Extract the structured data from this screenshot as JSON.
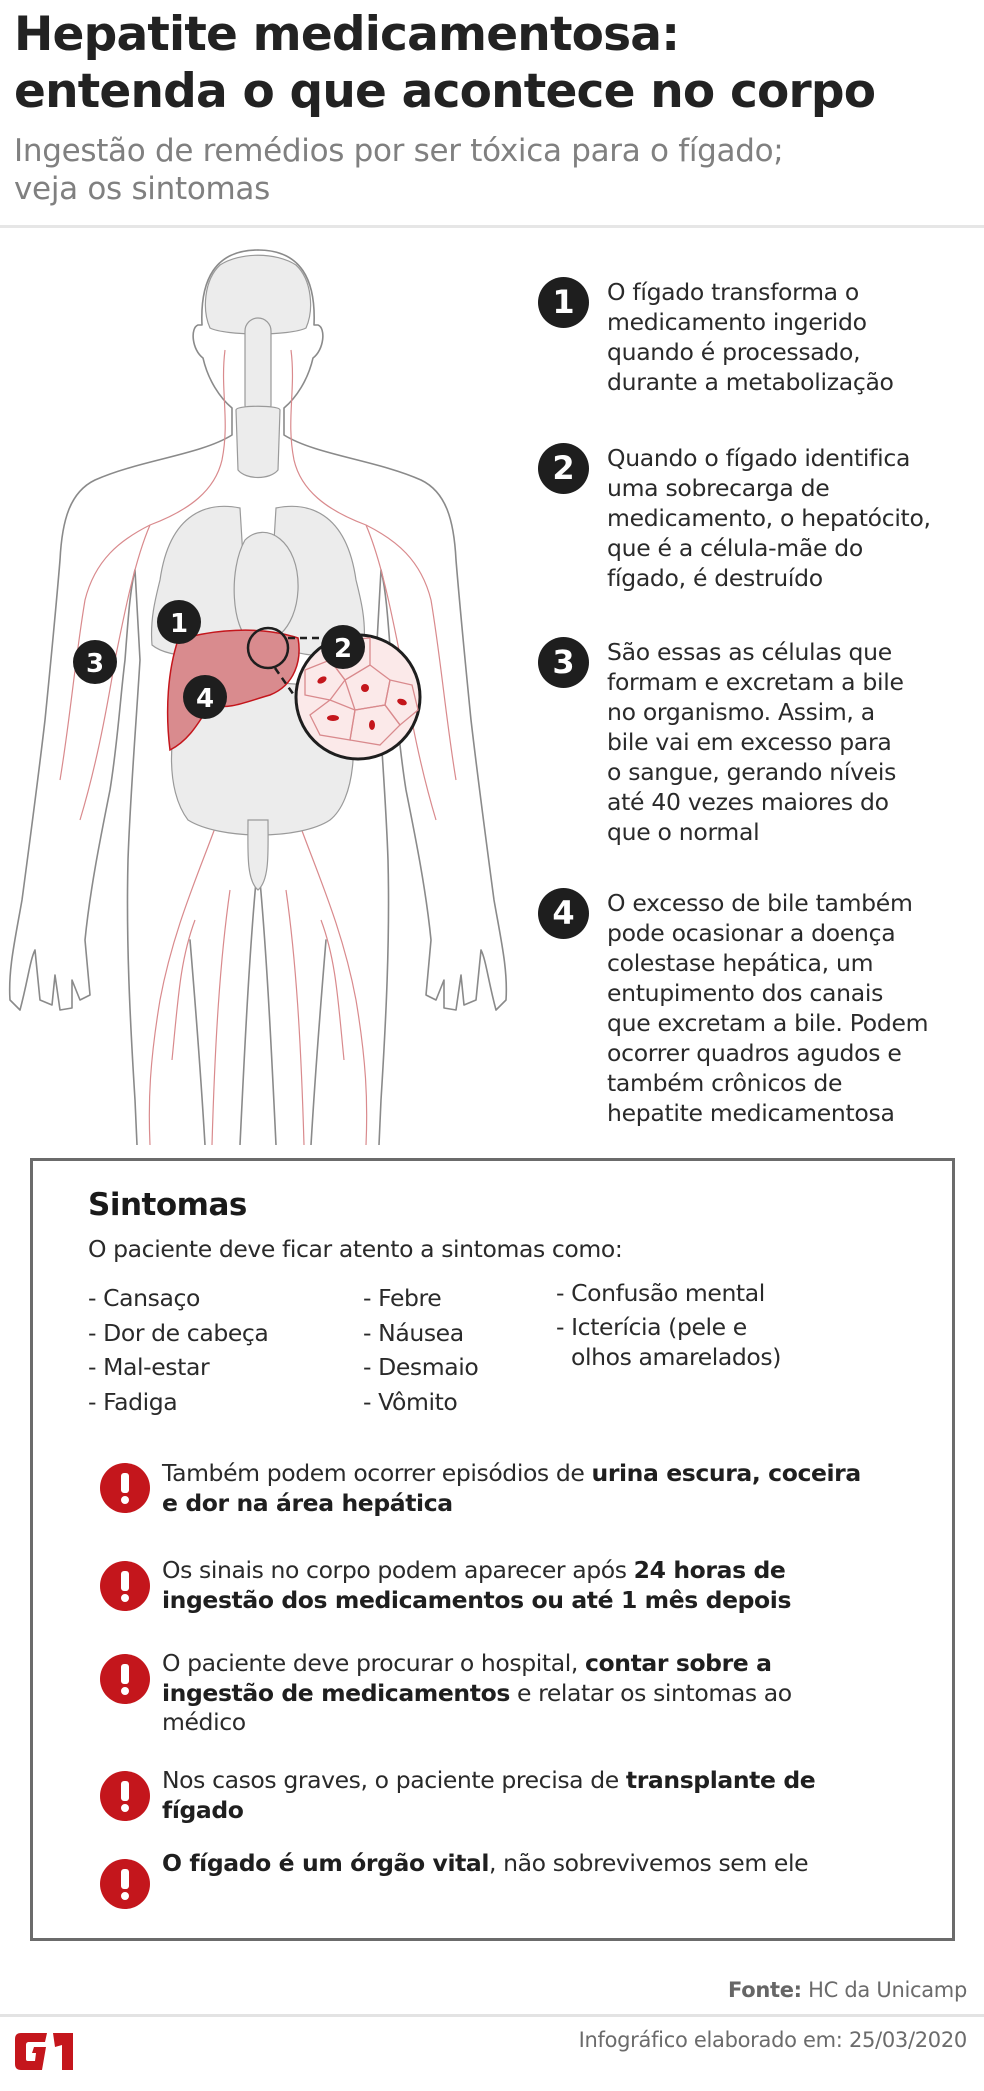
{
  "header": {
    "title_line1": "Hepatite medicamentosa:",
    "title_line2": "entenda o que acontece no corpo",
    "subtitle_line1": "Ingestão de remédios por ser tóxica para o fígado;",
    "subtitle_line2": "veja os sintomas"
  },
  "figure": {
    "description": "Ilustração do corpo humano com o fígado destacado e ampliação das células (hepatócitos)",
    "markers": [
      "1",
      "2",
      "3",
      "4"
    ],
    "colors": {
      "liver": "#d98b8e",
      "vessels": "#d9898c",
      "cells_nuclei": "#c4161c",
      "organs": "#ececec",
      "outline": "#8a8a8a"
    }
  },
  "steps": [
    {
      "number": "1",
      "lines": [
        "O fígado transforma o",
        "medicamento ingerido",
        "quando é processado,",
        "durante a metabolização"
      ]
    },
    {
      "number": "2",
      "lines": [
        "Quando o fígado identifica",
        "uma sobrecarga de",
        "medicamento, o hepatócito,",
        "que é a célula-mãe do",
        "fígado, é destruído"
      ]
    },
    {
      "number": "3",
      "lines": [
        "São essas as células que",
        "formam e excretam a bile",
        "no organismo. Assim, a",
        "bile vai em excesso para",
        "o sangue, gerando níveis",
        "até 40 vezes maiores do",
        "que o normal"
      ]
    },
    {
      "number": "4",
      "lines": [
        "O excesso de bile também",
        "pode ocasionar a doença",
        "colestase hepática, um",
        "entupimento dos canais",
        "que excretam a bile. Podem",
        "ocorrer quadros agudos e",
        "também crônicos de",
        "hepatite medicamentosa"
      ]
    }
  ],
  "symptoms": {
    "title": "Sintomas",
    "intro": "O paciente deve ficar atento a sintomas como:",
    "columns": [
      [
        "- Cansaço",
        "- Dor de cabeça",
        "- Mal-estar",
        "- Fadiga"
      ],
      [
        "- Febre",
        "- Náusea",
        "- Desmaio",
        "- Vômito"
      ],
      [
        "- Confusão mental",
        "- Icterícia (pele e olhos amarelados)"
      ]
    ],
    "alerts": [
      {
        "icon": "exclamation-icon",
        "parts": [
          {
            "text": "Também podem ocorrer episódios de ",
            "bold": false
          },
          {
            "text": "urina escura, coceira e dor na área hepática",
            "bold": true
          }
        ]
      },
      {
        "icon": "exclamation-icon",
        "parts": [
          {
            "text": "Os sinais no corpo podem aparecer após ",
            "bold": false
          },
          {
            "text": "24 horas de ingestão dos medicamentos ou até 1 mês depois",
            "bold": true
          }
        ]
      },
      {
        "icon": "exclamation-icon",
        "parts": [
          {
            "text": "O paciente deve procurar o hospital, ",
            "bold": false
          },
          {
            "text": "contar sobre a ingestão de medicamentos",
            "bold": true
          },
          {
            "text": " e relatar os sintomas ao médico",
            "bold": false
          }
        ]
      },
      {
        "icon": "exclamation-icon",
        "parts": [
          {
            "text": "Nos casos graves, o paciente precisa de ",
            "bold": false
          },
          {
            "text": "transplante de fígado",
            "bold": true
          }
        ]
      },
      {
        "icon": "exclamation-icon",
        "parts": [
          {
            "text": "O fígado é um órgão vital",
            "bold": true
          },
          {
            "text": ", não sobrevivemos sem ele",
            "bold": false
          }
        ]
      }
    ],
    "alert_color": "#c4161c"
  },
  "footer": {
    "source_label": "Fonte:",
    "source_value": " HC da Unicamp",
    "credit": "Infográfico elaborado em: 25/03/2020",
    "logo": "G1",
    "logo_color": "#c4161c"
  }
}
